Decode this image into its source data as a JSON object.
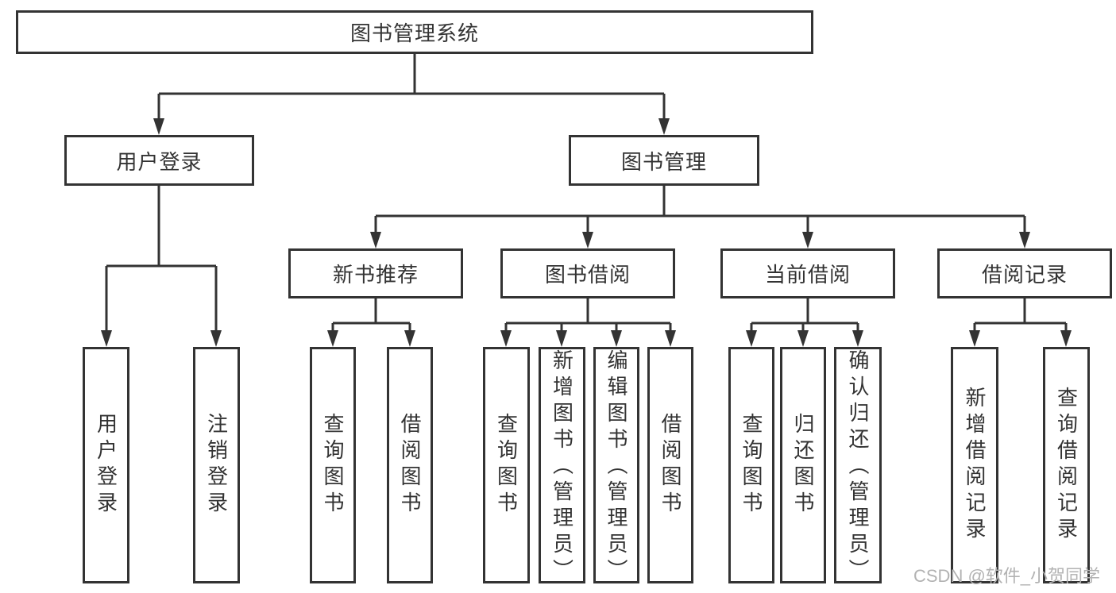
{
  "diagram": {
    "root": {
      "label": "图书管理系统"
    },
    "branches": [
      {
        "label": "用户登录",
        "leaves": [
          {
            "label": "用户登录"
          },
          {
            "label": "注销登录"
          }
        ]
      },
      {
        "label": "图书管理",
        "sections": [
          {
            "label": "新书推荐",
            "leaves": [
              {
                "label": "查询图书"
              },
              {
                "label": "借阅图书"
              }
            ]
          },
          {
            "label": "图书借阅",
            "leaves": [
              {
                "label": "查询图书"
              },
              {
                "label": "新增图书（管理员）"
              },
              {
                "label": "编辑图书（管理员）"
              },
              {
                "label": "借阅图书"
              }
            ]
          },
          {
            "label": "当前借阅",
            "leaves": [
              {
                "label": "查询图书"
              },
              {
                "label": "归还图书"
              },
              {
                "label": "确认归还（管理员）"
              }
            ]
          },
          {
            "label": "借阅记录",
            "leaves": [
              {
                "label": "新增借阅记录"
              },
              {
                "label": "查询借阅记录"
              }
            ]
          }
        ]
      }
    ]
  },
  "watermark": {
    "text": "CSDN @软件_小贺同学"
  },
  "colors": {
    "line": "#333333",
    "box_border": "#333333",
    "text": "#333333",
    "watermark": "#b2b2b2",
    "background": "#ffffff"
  }
}
